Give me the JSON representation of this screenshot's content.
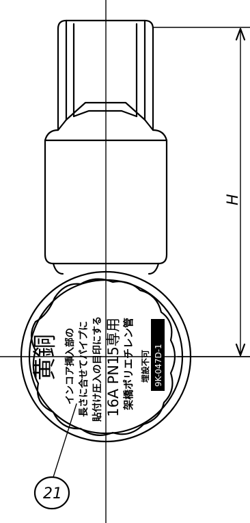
{
  "dimension": {
    "label": "H"
  },
  "label_plate": {
    "material": "黄銅",
    "instruction_line1": "インコア挿入部の",
    "instruction_line2": "長さに合せてパイプに",
    "instruction_line3": "貼付け圧入の目印にする",
    "spec_line1": "16A PN15専用",
    "spec_line2": "架橋ポリエチレン管",
    "note": "埋設不可",
    "part_code": "9K-047D-1"
  },
  "callout": {
    "number": "21"
  }
}
